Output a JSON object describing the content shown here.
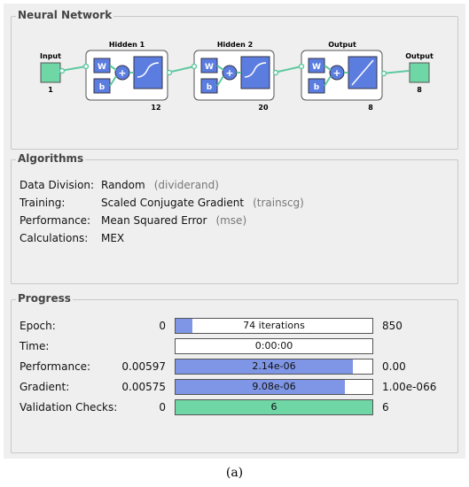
{
  "network": {
    "title": "Neural Network",
    "input": {
      "label": "Input",
      "size": "1"
    },
    "hidden1": {
      "label": "Hidden 1",
      "size": "12"
    },
    "hidden2": {
      "label": "Hidden 2",
      "size": "20"
    },
    "output_layer": {
      "label": "Output",
      "size": "8"
    },
    "output": {
      "label": "Output",
      "size": "8"
    },
    "w_label": "W",
    "b_label": "b",
    "plus_symbol": "+"
  },
  "algorithms": {
    "title": "Algorithms",
    "rows": [
      {
        "label": "Data Division:",
        "value": "Random",
        "code": "(dividerand)"
      },
      {
        "label": "Training:",
        "value": "Scaled Conjugate Gradient",
        "code": "(trainscg)"
      },
      {
        "label": "Performance:",
        "value": "Mean Squared Error",
        "code": "(mse)"
      },
      {
        "label": "Calculations:",
        "value": "MEX",
        "code": ""
      }
    ]
  },
  "progress": {
    "title": "Progress",
    "rows": [
      {
        "label": "Epoch:",
        "start": "0",
        "bar_text": "74 iterations",
        "end": "850",
        "fill": 0.087,
        "color": "#7f96e6"
      },
      {
        "label": "Time:",
        "start": "",
        "bar_text": "0:00:00",
        "end": "",
        "fill": 0,
        "color": "#7f96e6"
      },
      {
        "label": "Performance:",
        "start": "0.00597",
        "bar_text": "2.14e-06",
        "end": "0.00",
        "fill": 0.9,
        "color": "#7f96e6"
      },
      {
        "label": "Gradient:",
        "start": "0.00575",
        "bar_text": "9.08e-06",
        "end": "1.00e-066",
        "fill": 0.86,
        "color": "#7f96e6"
      },
      {
        "label": "Validation Checks:",
        "start": "0",
        "bar_text": "6",
        "end": "6",
        "fill": 1.0,
        "color": "#6fd6a6"
      }
    ]
  },
  "caption": "(a)"
}
